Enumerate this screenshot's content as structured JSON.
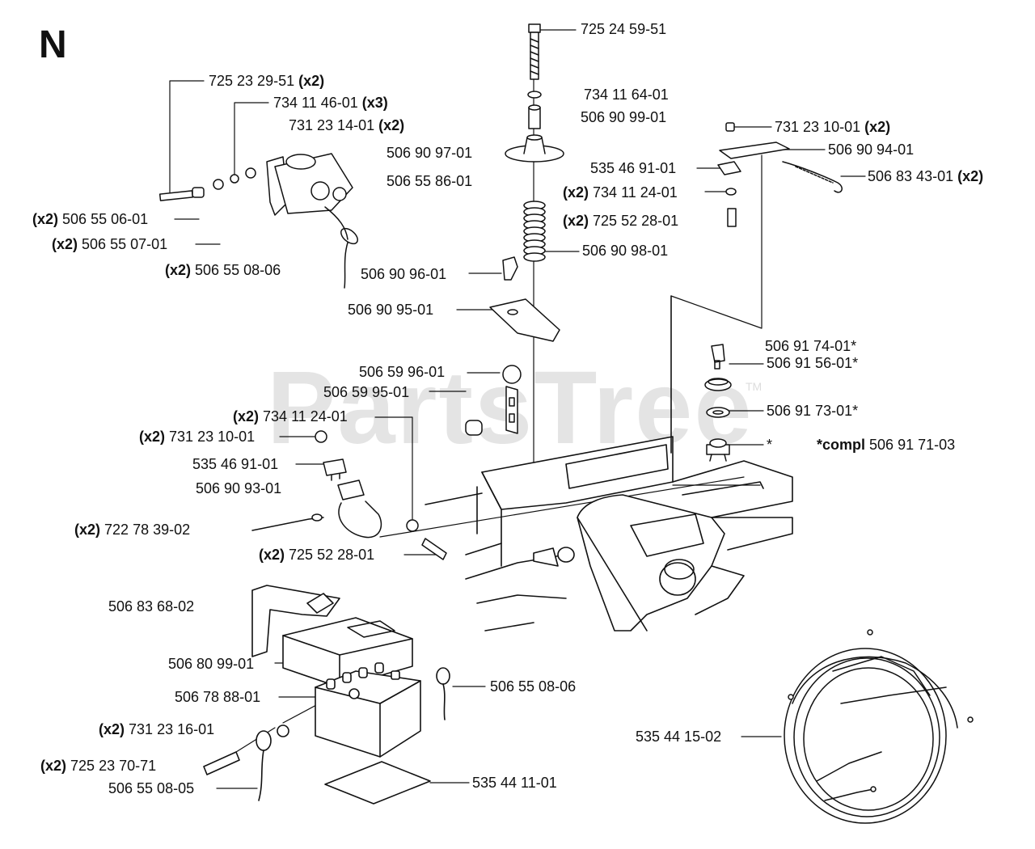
{
  "section": "N",
  "watermark": "PartsTree",
  "watermark_tm": "TM",
  "labels": [
    {
      "id": "p1",
      "prefix": "",
      "text": "725 24 59-51",
      "suffix": ""
    },
    {
      "id": "p2",
      "prefix": "",
      "text": "725 23 29-51",
      "suffix": "(x2)"
    },
    {
      "id": "p3",
      "prefix": "",
      "text": "734 11 46-01",
      "suffix": "(x3)"
    },
    {
      "id": "p4",
      "prefix": "",
      "text": "731 23 14-01",
      "suffix": "(x2)"
    },
    {
      "id": "p5",
      "prefix": "",
      "text": "734 11 64-01",
      "suffix": ""
    },
    {
      "id": "p6",
      "prefix": "",
      "text": "506 90 99-01",
      "suffix": ""
    },
    {
      "id": "p7",
      "prefix": "",
      "text": "506 90 97-01",
      "suffix": ""
    },
    {
      "id": "p8",
      "prefix": "",
      "text": "506 55 86-01",
      "suffix": ""
    },
    {
      "id": "p9",
      "prefix": "",
      "text": "731 23 10-01",
      "suffix": "(x2)"
    },
    {
      "id": "p10",
      "prefix": "",
      "text": "506 90 94-01",
      "suffix": ""
    },
    {
      "id": "p11",
      "prefix": "",
      "text": "535 46 91-01",
      "suffix": ""
    },
    {
      "id": "p12",
      "prefix": "",
      "text": "506 83 43-01",
      "suffix": "(x2)"
    },
    {
      "id": "p13",
      "prefix": "(x2)",
      "text": "734 11 24-01",
      "suffix": ""
    },
    {
      "id": "p14",
      "prefix": "(x2)",
      "text": "725 52 28-01",
      "suffix": ""
    },
    {
      "id": "p15",
      "prefix": "(x2)",
      "text": "506 55 06-01",
      "suffix": ""
    },
    {
      "id": "p16",
      "prefix": "(x2)",
      "text": "506 55 07-01",
      "suffix": ""
    },
    {
      "id": "p17",
      "prefix": "(x2)",
      "text": "506 55 08-06",
      "suffix": ""
    },
    {
      "id": "p18",
      "prefix": "",
      "text": "506 90 98-01",
      "suffix": ""
    },
    {
      "id": "p19",
      "prefix": "",
      "text": "506 90 96-01",
      "suffix": ""
    },
    {
      "id": "p20",
      "prefix": "",
      "text": "506 90 95-01",
      "suffix": ""
    },
    {
      "id": "p21",
      "prefix": "",
      "text": "506 91 74-01*",
      "suffix": ""
    },
    {
      "id": "p22",
      "prefix": "",
      "text": "506 59 96-01",
      "suffix": ""
    },
    {
      "id": "p23",
      "prefix": "",
      "text": "506 59 95-01",
      "suffix": ""
    },
    {
      "id": "p24",
      "prefix": "",
      "text": "506 91 56-01*",
      "suffix": ""
    },
    {
      "id": "p25",
      "prefix": "(x2)",
      "text": "734 11 24-01",
      "suffix": ""
    },
    {
      "id": "p26",
      "prefix": "",
      "text": "506 91 73-01*",
      "suffix": ""
    },
    {
      "id": "p27",
      "prefix": "(x2)",
      "text": "731 23 10-01",
      "suffix": ""
    },
    {
      "id": "p28",
      "prefix": "",
      "text": "*",
      "suffix": ""
    },
    {
      "id": "p29",
      "prefix": "*compl",
      "text": "506 91 71-03",
      "suffix": ""
    },
    {
      "id": "p30",
      "prefix": "",
      "text": "535 46 91-01",
      "suffix": ""
    },
    {
      "id": "p31",
      "prefix": "",
      "text": "506 90 93-01",
      "suffix": ""
    },
    {
      "id": "p32",
      "prefix": "(x2)",
      "text": "722 78 39-02",
      "suffix": ""
    },
    {
      "id": "p33",
      "prefix": "(x2)",
      "text": "725 52 28-01",
      "suffix": ""
    },
    {
      "id": "p34",
      "prefix": "",
      "text": "506 83 68-02",
      "suffix": ""
    },
    {
      "id": "p35",
      "prefix": "",
      "text": "506 80 99-01",
      "suffix": ""
    },
    {
      "id": "p36",
      "prefix": "",
      "text": "506 55 08-06",
      "suffix": ""
    },
    {
      "id": "p37",
      "prefix": "",
      "text": "506 78 88-01",
      "suffix": ""
    },
    {
      "id": "p38",
      "prefix": "(x2)",
      "text": "731 23 16-01",
      "suffix": ""
    },
    {
      "id": "p39",
      "prefix": "",
      "text": "535 44 15-02",
      "suffix": ""
    },
    {
      "id": "p40",
      "prefix": "(x2)",
      "text": "725 23 70-71",
      "suffix": ""
    },
    {
      "id": "p41",
      "prefix": "",
      "text": "506 55 08-05",
      "suffix": ""
    },
    {
      "id": "p42",
      "prefix": "",
      "text": "535 44 11-01",
      "suffix": ""
    }
  ]
}
